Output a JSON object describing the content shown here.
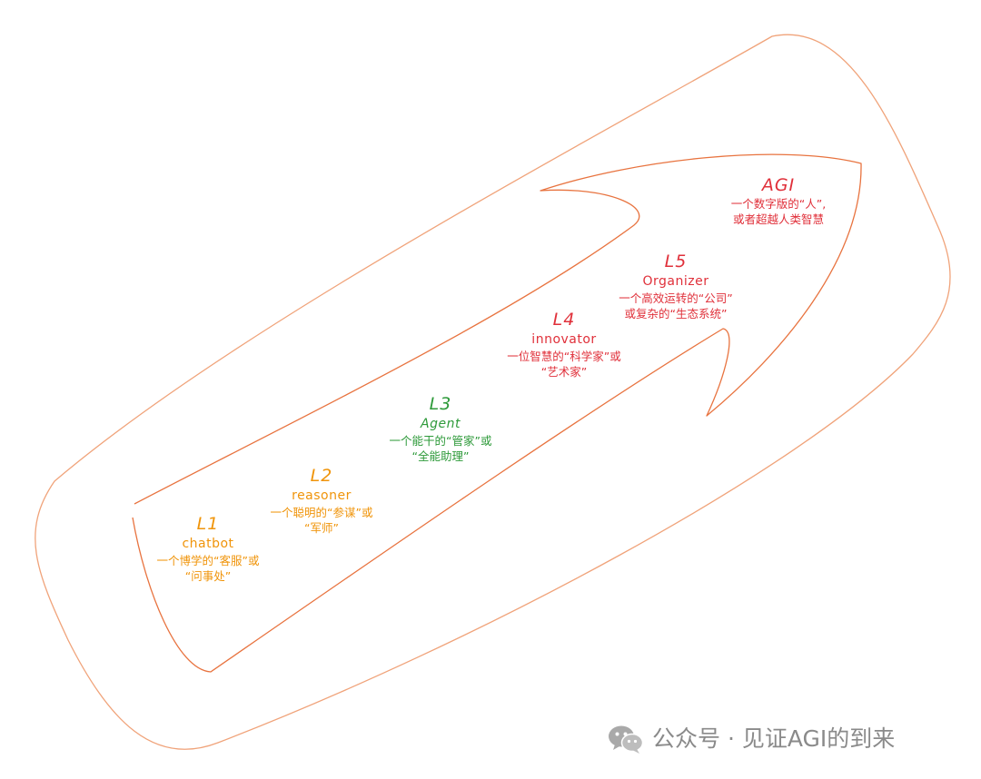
{
  "colors": {
    "outline": "#f0a37a",
    "arrow": "#e8733f",
    "orange": "#f0940a",
    "green": "#2e9a3a",
    "red": "#e0303a",
    "watermark": "#8a8a8a"
  },
  "stages": [
    {
      "id": "l1",
      "level": "L1",
      "name": "chatbot",
      "desc_line1": "一个博学的“客服”或",
      "desc_line2": "“问事处”",
      "color": "#f0940a"
    },
    {
      "id": "l2",
      "level": "L2",
      "name": "reasoner",
      "desc_line1": "一个聪明的“参谋”或",
      "desc_line2": "“军师”",
      "color": "#f0940a"
    },
    {
      "id": "l3",
      "level": "L3",
      "name": "Agent",
      "desc_line1": "一个能干的“管家”或",
      "desc_line2": "“全能助理”",
      "color": "#2e9a3a"
    },
    {
      "id": "l4",
      "level": "L4",
      "name": "innovator",
      "desc_line1": "一位智慧的“科学家”或",
      "desc_line2": "“艺术家”",
      "color": "#e0303a"
    },
    {
      "id": "l5",
      "level": "L5",
      "name": "Organizer",
      "desc_line1": "一个高效运转的“公司”",
      "desc_line2": "或复杂的“生态系统”",
      "color": "#e0303a"
    },
    {
      "id": "agi",
      "level": "AGI",
      "name": "",
      "desc_line1": "一个数字版的“人”,",
      "desc_line2": "或者超越人类智慧",
      "color": "#e0303a"
    }
  ],
  "watermark": {
    "text": "公众号 · 见证AGI的到来",
    "icon": "wechat-icon"
  }
}
